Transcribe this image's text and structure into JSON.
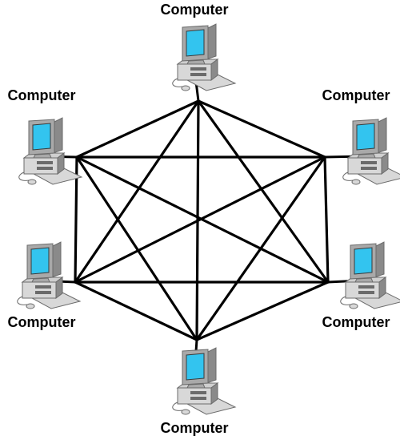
{
  "colors": {
    "link": "#000000",
    "screen": "#33c4ef",
    "bezel": "#a9a9a9",
    "case": "#d8d8d8",
    "case_dark": "#8a8a8a",
    "shade": "#6b6b6b"
  },
  "icon": "desktop-computer-icon",
  "nodes": [
    {
      "id": "top",
      "label": "Computer"
    },
    {
      "id": "upper-left",
      "label": "Computer"
    },
    {
      "id": "upper-right",
      "label": "Computer"
    },
    {
      "id": "lower-left",
      "label": "Computer"
    },
    {
      "id": "lower-right",
      "label": "Computer"
    },
    {
      "id": "bottom",
      "label": "Computer"
    }
  ]
}
